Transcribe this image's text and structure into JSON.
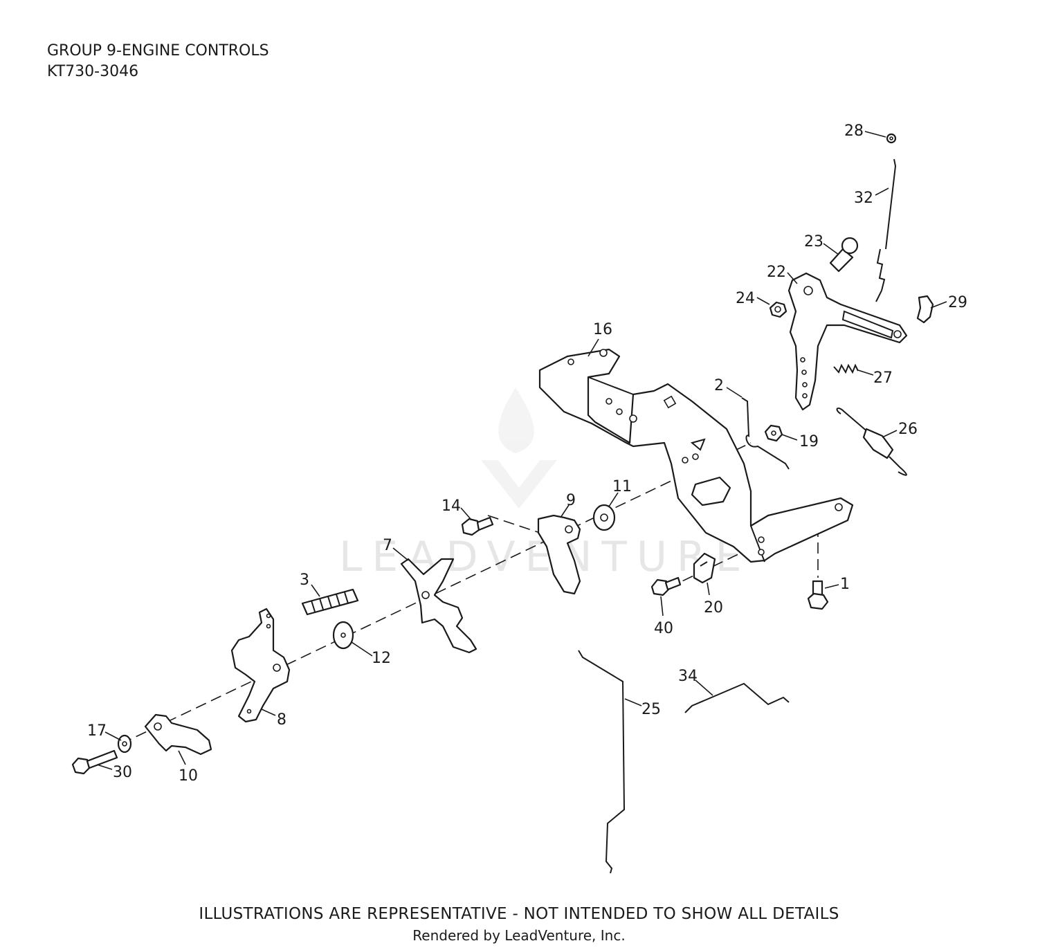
{
  "header": {
    "line1": "GROUP 9-ENGINE CONTROLS",
    "line2": "KT730-3046"
  },
  "footer": {
    "disclaimer": "ILLUSTRATIONS ARE REPRESENTATIVE - NOT INTENDED TO SHOW ALL DETAILS",
    "credit": "Rendered by LeadVenture, Inc."
  },
  "watermark": {
    "text": "LEADVENTURE"
  },
  "callouts": [
    {
      "id": "28",
      "label": "28"
    },
    {
      "id": "32",
      "label": "32"
    },
    {
      "id": "23",
      "label": "23"
    },
    {
      "id": "22",
      "label": "22"
    },
    {
      "id": "24",
      "label": "24"
    },
    {
      "id": "29",
      "label": "29"
    },
    {
      "id": "16",
      "label": "16"
    },
    {
      "id": "27",
      "label": "27"
    },
    {
      "id": "2",
      "label": "2"
    },
    {
      "id": "26",
      "label": "26"
    },
    {
      "id": "19",
      "label": "19"
    },
    {
      "id": "11",
      "label": "11"
    },
    {
      "id": "9",
      "label": "9"
    },
    {
      "id": "14",
      "label": "14"
    },
    {
      "id": "7",
      "label": "7"
    },
    {
      "id": "3",
      "label": "3"
    },
    {
      "id": "1",
      "label": "1"
    },
    {
      "id": "20",
      "label": "20"
    },
    {
      "id": "40",
      "label": "40"
    },
    {
      "id": "12",
      "label": "12"
    },
    {
      "id": "34",
      "label": "34"
    },
    {
      "id": "8",
      "label": "8"
    },
    {
      "id": "25",
      "label": "25"
    },
    {
      "id": "17",
      "label": "17"
    },
    {
      "id": "30",
      "label": "30"
    },
    {
      "id": "10",
      "label": "10"
    }
  ]
}
